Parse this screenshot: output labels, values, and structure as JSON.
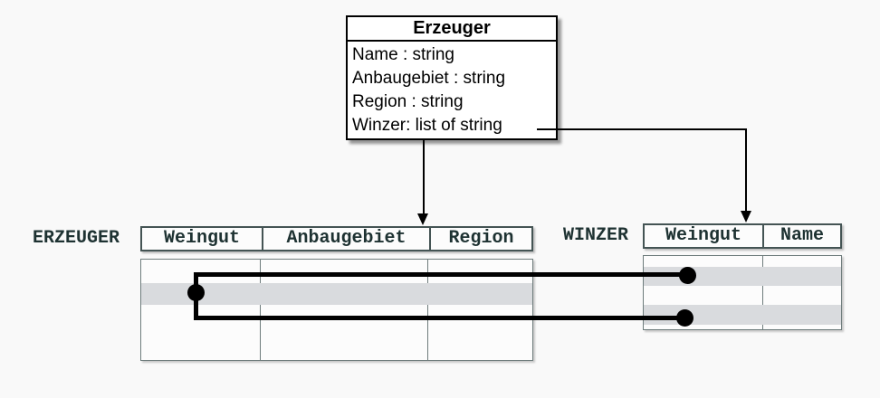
{
  "page": {
    "background": "#f9f9f9"
  },
  "class_box": {
    "title": "Erzeuger",
    "attributes": [
      "Name : string",
      "Anbaugebiet : string",
      "Region : string",
      "Winzer: list of string"
    ]
  },
  "erzeuger_table": {
    "label": "ERZEUGER",
    "columns": [
      "Weingut",
      "Anbaugebiet",
      "Region"
    ]
  },
  "winzer_table": {
    "label": "WINZER",
    "columns": [
      "Weingut",
      "Name"
    ]
  },
  "colors": {
    "highlight_row": "#d9dbde",
    "header_border": "#445454",
    "body_border": "#6e7c7c",
    "header_text": "#1e3232",
    "connector": "#000000"
  }
}
